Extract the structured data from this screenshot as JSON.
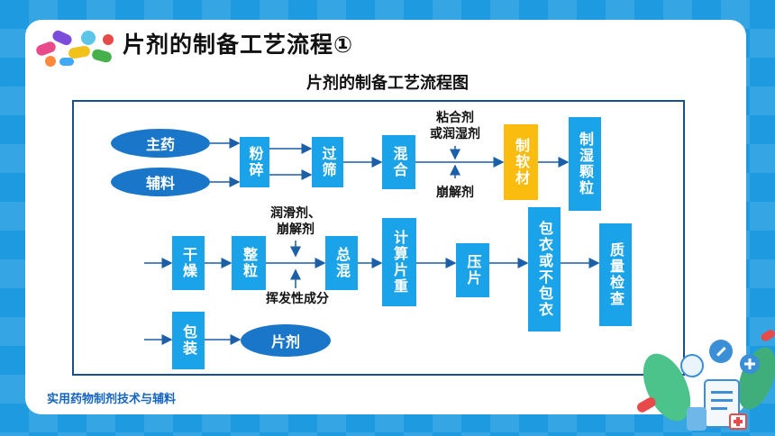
{
  "slide": {
    "title": "片剂的制备工艺流程①",
    "subtitle": "片剂的制备工艺流程图",
    "footer": "实用药物制剂技术与辅料"
  },
  "diagram": {
    "nodes": {
      "main_drug": "主药",
      "excipient": "辅料",
      "crush": "粉碎",
      "sieve": "过筛",
      "mix": "混合",
      "soft_material": "制软材",
      "wet_granule": "制湿颗粒",
      "dry": "干燥",
      "size_granule": "整粒",
      "total_mix": "总混",
      "calc_weight": "计算片重",
      "press": "压片",
      "coat": "包衣或不包衣",
      "quality": "质量检查",
      "package": "包装",
      "tablet": "片剂"
    },
    "labels": {
      "binder": "粘合剂\n或润湿剂",
      "disintegrant1": "崩解剂",
      "lubricant": "润滑剂、\n崩解剂",
      "volatile": "挥发性成分"
    }
  },
  "colors": {
    "box": "#1aa3e8",
    "ellipse": "#1976c8",
    "highlight": "#fbbc10",
    "frame": "#1a4d8c",
    "arrow": "#1a5fa8"
  }
}
